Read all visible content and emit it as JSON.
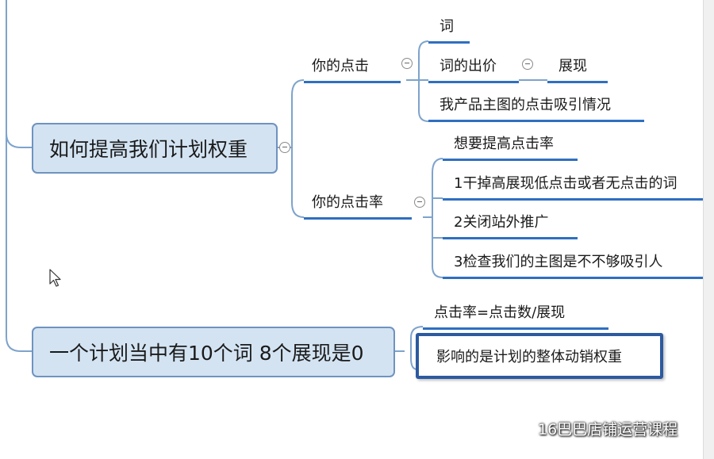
{
  "mindmap": {
    "main1": {
      "label": "如何提高我们计划权重",
      "branch_click": {
        "label": "你的点击",
        "children": [
          "词",
          "词的出价",
          "我产品主图的点击吸引情况"
        ],
        "bid_child": "展现"
      },
      "branch_ctr": {
        "label": "你的点击率",
        "children": [
          "想要提高点击率",
          "1干掉高展现低点击或者无点击的词",
          "2关闭站外推广",
          "3检查我们的主图是不不够吸引人"
        ]
      }
    },
    "main2": {
      "label": "一个计划当中有10个词 8个展现是0",
      "children": [
        "点击率=点击数/展现",
        "影响的是计划的整体动销权重"
      ]
    }
  },
  "watermark": {
    "text": "16巴巴店铺运营课程",
    "icon": "wechat-icon"
  },
  "colors": {
    "main_fill": "#d3e3f2",
    "main_border": "#6f93bf",
    "underline": "#2f6fc0",
    "connector": "#7ea3cc"
  }
}
